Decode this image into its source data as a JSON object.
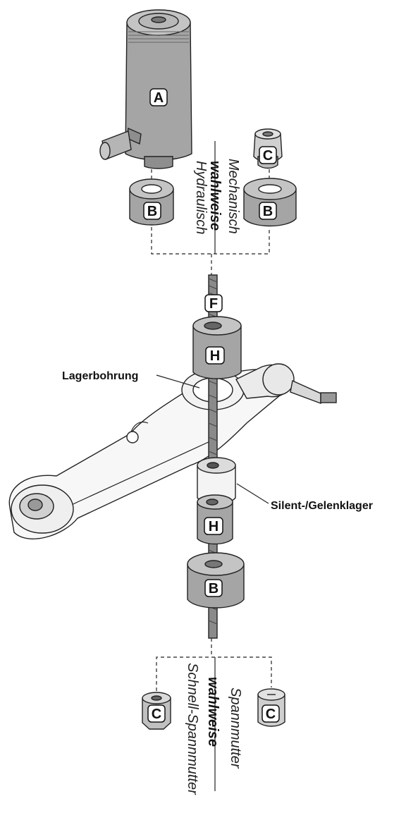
{
  "parts": {
    "a": "A",
    "b": "B",
    "c": "C",
    "f": "F",
    "h": "H"
  },
  "callouts": {
    "bearing_bore": "Lagerbohrung",
    "silent_bearing": "Silent-/Gelenklager"
  },
  "options_top": {
    "hydraulic": "Hydraulisch",
    "optional": "wahlweise",
    "mechanical": "Mechanisch"
  },
  "options_bottom": {
    "quick_nut": "Schnell-Spannmutter",
    "optional": "wahlweise",
    "nut": "Spannmutter"
  }
}
